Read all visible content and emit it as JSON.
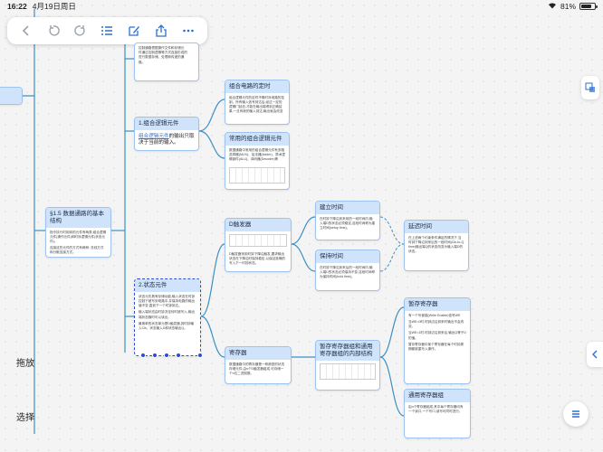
{
  "status_bar": {
    "time": "16:22",
    "date": "4月19日周日",
    "battery": "81%",
    "battery_level": 0.81
  },
  "toolbar": {
    "icons": [
      "chevron-left-icon",
      "undo-icon",
      "redo-icon",
      "list-icon",
      "edit-icon",
      "share-icon",
      "more-icon"
    ]
  },
  "side": {
    "play_label": "拖放",
    "select_label": "选择"
  },
  "nodes": {
    "top_partial": {
      "line1": "控制通路根据操作文件和存储元",
      "line2": "件通过控制逻辑等方式连接形成的",
      "line3": "进行数据存储、处理和传递的通",
      "line4": "路。"
    },
    "combo_logic": {
      "title": "1.组合逻辑元件",
      "body_link": "组合逻辑元件",
      "body_text": "的输出只取决于当前的输入。"
    },
    "combo_circuit_timing": {
      "title": "组合电路的定时",
      "body": "组合逻辑元件的定时不像时序电路的控制，所有输入信号到达后,经过一定的逻辑门延迟,才能在输出端得到正确结果,一旦有新的输入到达,输出就会改变"
    },
    "common_combo": {
      "title": "常用的组合逻辑元件",
      "body": "数据通路中常用的组合逻辑元件有多路选择器(MUX)、加法器(Adder)、算术逻辑部件(ALU)、译码器(Decoder)等"
    },
    "basic_struct": {
      "title": "§1.5 数据通路的基本结构",
      "body1": "指令执行时用到的元件有两类:组合逻辑元件(操作元件)和时序逻辑元件(状态元件)。",
      "body2": "连接这些元件的方式有两种: 总线方式和分散连接方式。"
    },
    "state_element": {
      "title": "2.状态元件",
      "body1": "状态元件具有存储功能,输入状态在时钟控制下被写到电路中,并保持电路的输出值不变,直到下一个时钟到达。",
      "body2": "输入端状态由时钟决定何时被写入,输出端状态随时可以读出。",
      "body3": "最简单的状态单元是D触发器,其时钟输入Clk、状态输入D和状态输出Q。"
    },
    "d_flipflop": {
      "title": "D触发器",
      "body": "D触发器采用时钟下降沿触发,要求输出状态在下降沿时保持稳定,以保证准确的写入下一时钟状态。"
    },
    "setup_time": {
      "title": "建立时间",
      "body": "在时钟下降沿到来前的一段时间内,输入端D的状态必须稳定,这段时间称为建立时间(setup time)。"
    },
    "hold_time": {
      "title": "保持时间",
      "body": "在时钟下降沿到来后的一段时间内,输入端D的状态必须保持不变,这段时间称为保持时间(hold time)。"
    },
    "delay_time": {
      "title": "延迟时间",
      "body": "在上述两个约束条件满足的情况下,当时钟下降沿到来后的一段时间(Clk-to-Q time)输出端Q的状态改变为输入端D的状态。"
    },
    "register_file": {
      "title": "暂存寄存器",
      "body1": "有一个写使能(Write Enable)信号WE",
      "body2": "当WE=0时,时钟边沿到来时输出不会改变。",
      "body3": "当WE=1时,时钟边沿到来后,输出Q等于D的值。",
      "body4": "暂存寄存器中某个寄存器在每个时钟周期都被重写入操作。"
    },
    "register": {
      "title": "寄存器",
      "body": "数据通路中的寄存器是一种典型的状态存储元件,由n个D触发器组成,可存储一个n位二进制数。"
    },
    "reg_file_struct": {
      "title": "暂存寄存器组和通用寄存器组的内部结构"
    },
    "general_regs": {
      "title": "通用寄存器组",
      "body": "由n个寄存器组成,其中每个寄存器均有一个读口,一个写口,读写可同时进行。"
    }
  }
}
